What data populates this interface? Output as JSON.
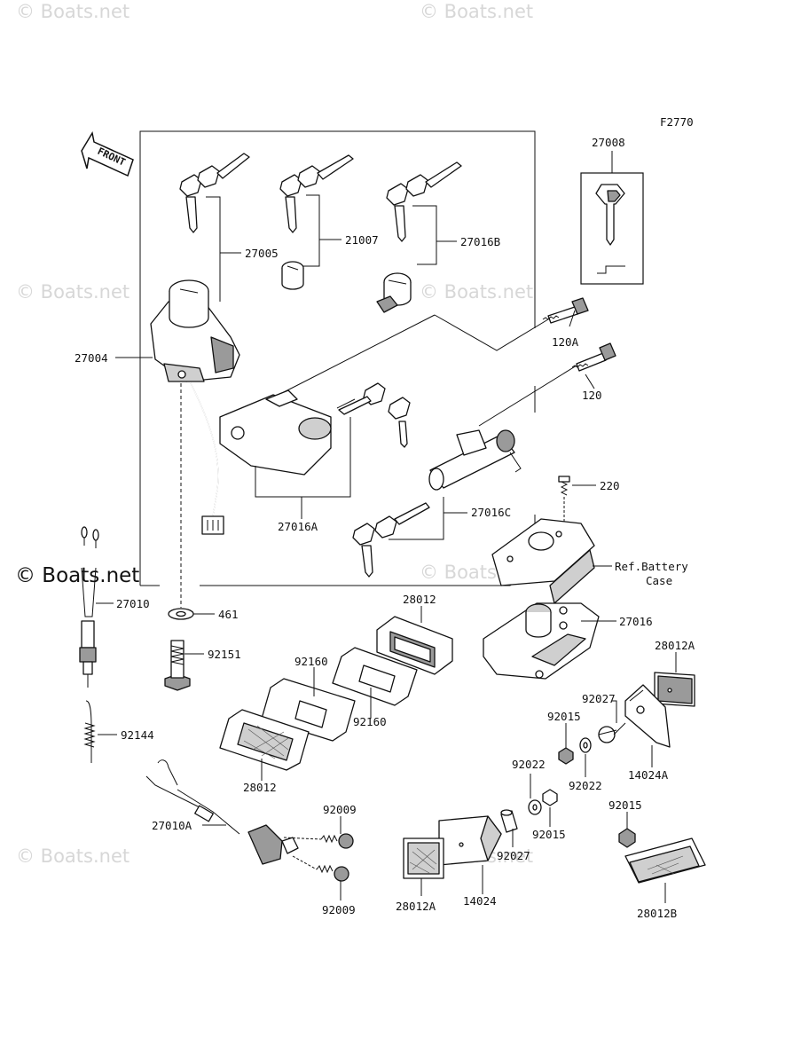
{
  "diagram": {
    "code": "F2770",
    "front_label": "FRONT",
    "watermarks": [
      "© Boats.net",
      "© Boats.net",
      "© Boats.net",
      "© Boats.net",
      "© Boats.net",
      "© Boats.net",
      "© Boats.net",
      "© Boats.net"
    ],
    "brand_watermark": "© Boats.net",
    "labels": {
      "p27008": "27008",
      "p27005": "27005",
      "p21007": "21007",
      "p27016B": "27016B",
      "p27004": "27004",
      "p120A": "120A",
      "p120": "120",
      "p27016A": "27016A",
      "p27016C": "27016C",
      "p220": "220",
      "ref_line1": "Ref.Battery",
      "ref_line2": "Case",
      "p27010": "27010",
      "p461": "461",
      "p28012_top": "28012",
      "p27016": "27016",
      "p92151": "92151",
      "p92160_a": "92160",
      "p92160_b": "92160",
      "p28012A_right": "28012A",
      "p92027_top": "92027",
      "p92015_top": "92015",
      "p92144": "92144",
      "p28012_left": "28012",
      "p14024A": "14024A",
      "p92022_a": "92022",
      "p92022_b": "92022",
      "p92009_top": "92009",
      "p92015_mid": "92015",
      "p92015_right": "92015",
      "p27010A": "27010A",
      "p92027_bot": "92027",
      "p92009_bot": "92009",
      "p28012A_bot": "28012A",
      "p14024": "14024",
      "p28012B": "28012B"
    }
  }
}
